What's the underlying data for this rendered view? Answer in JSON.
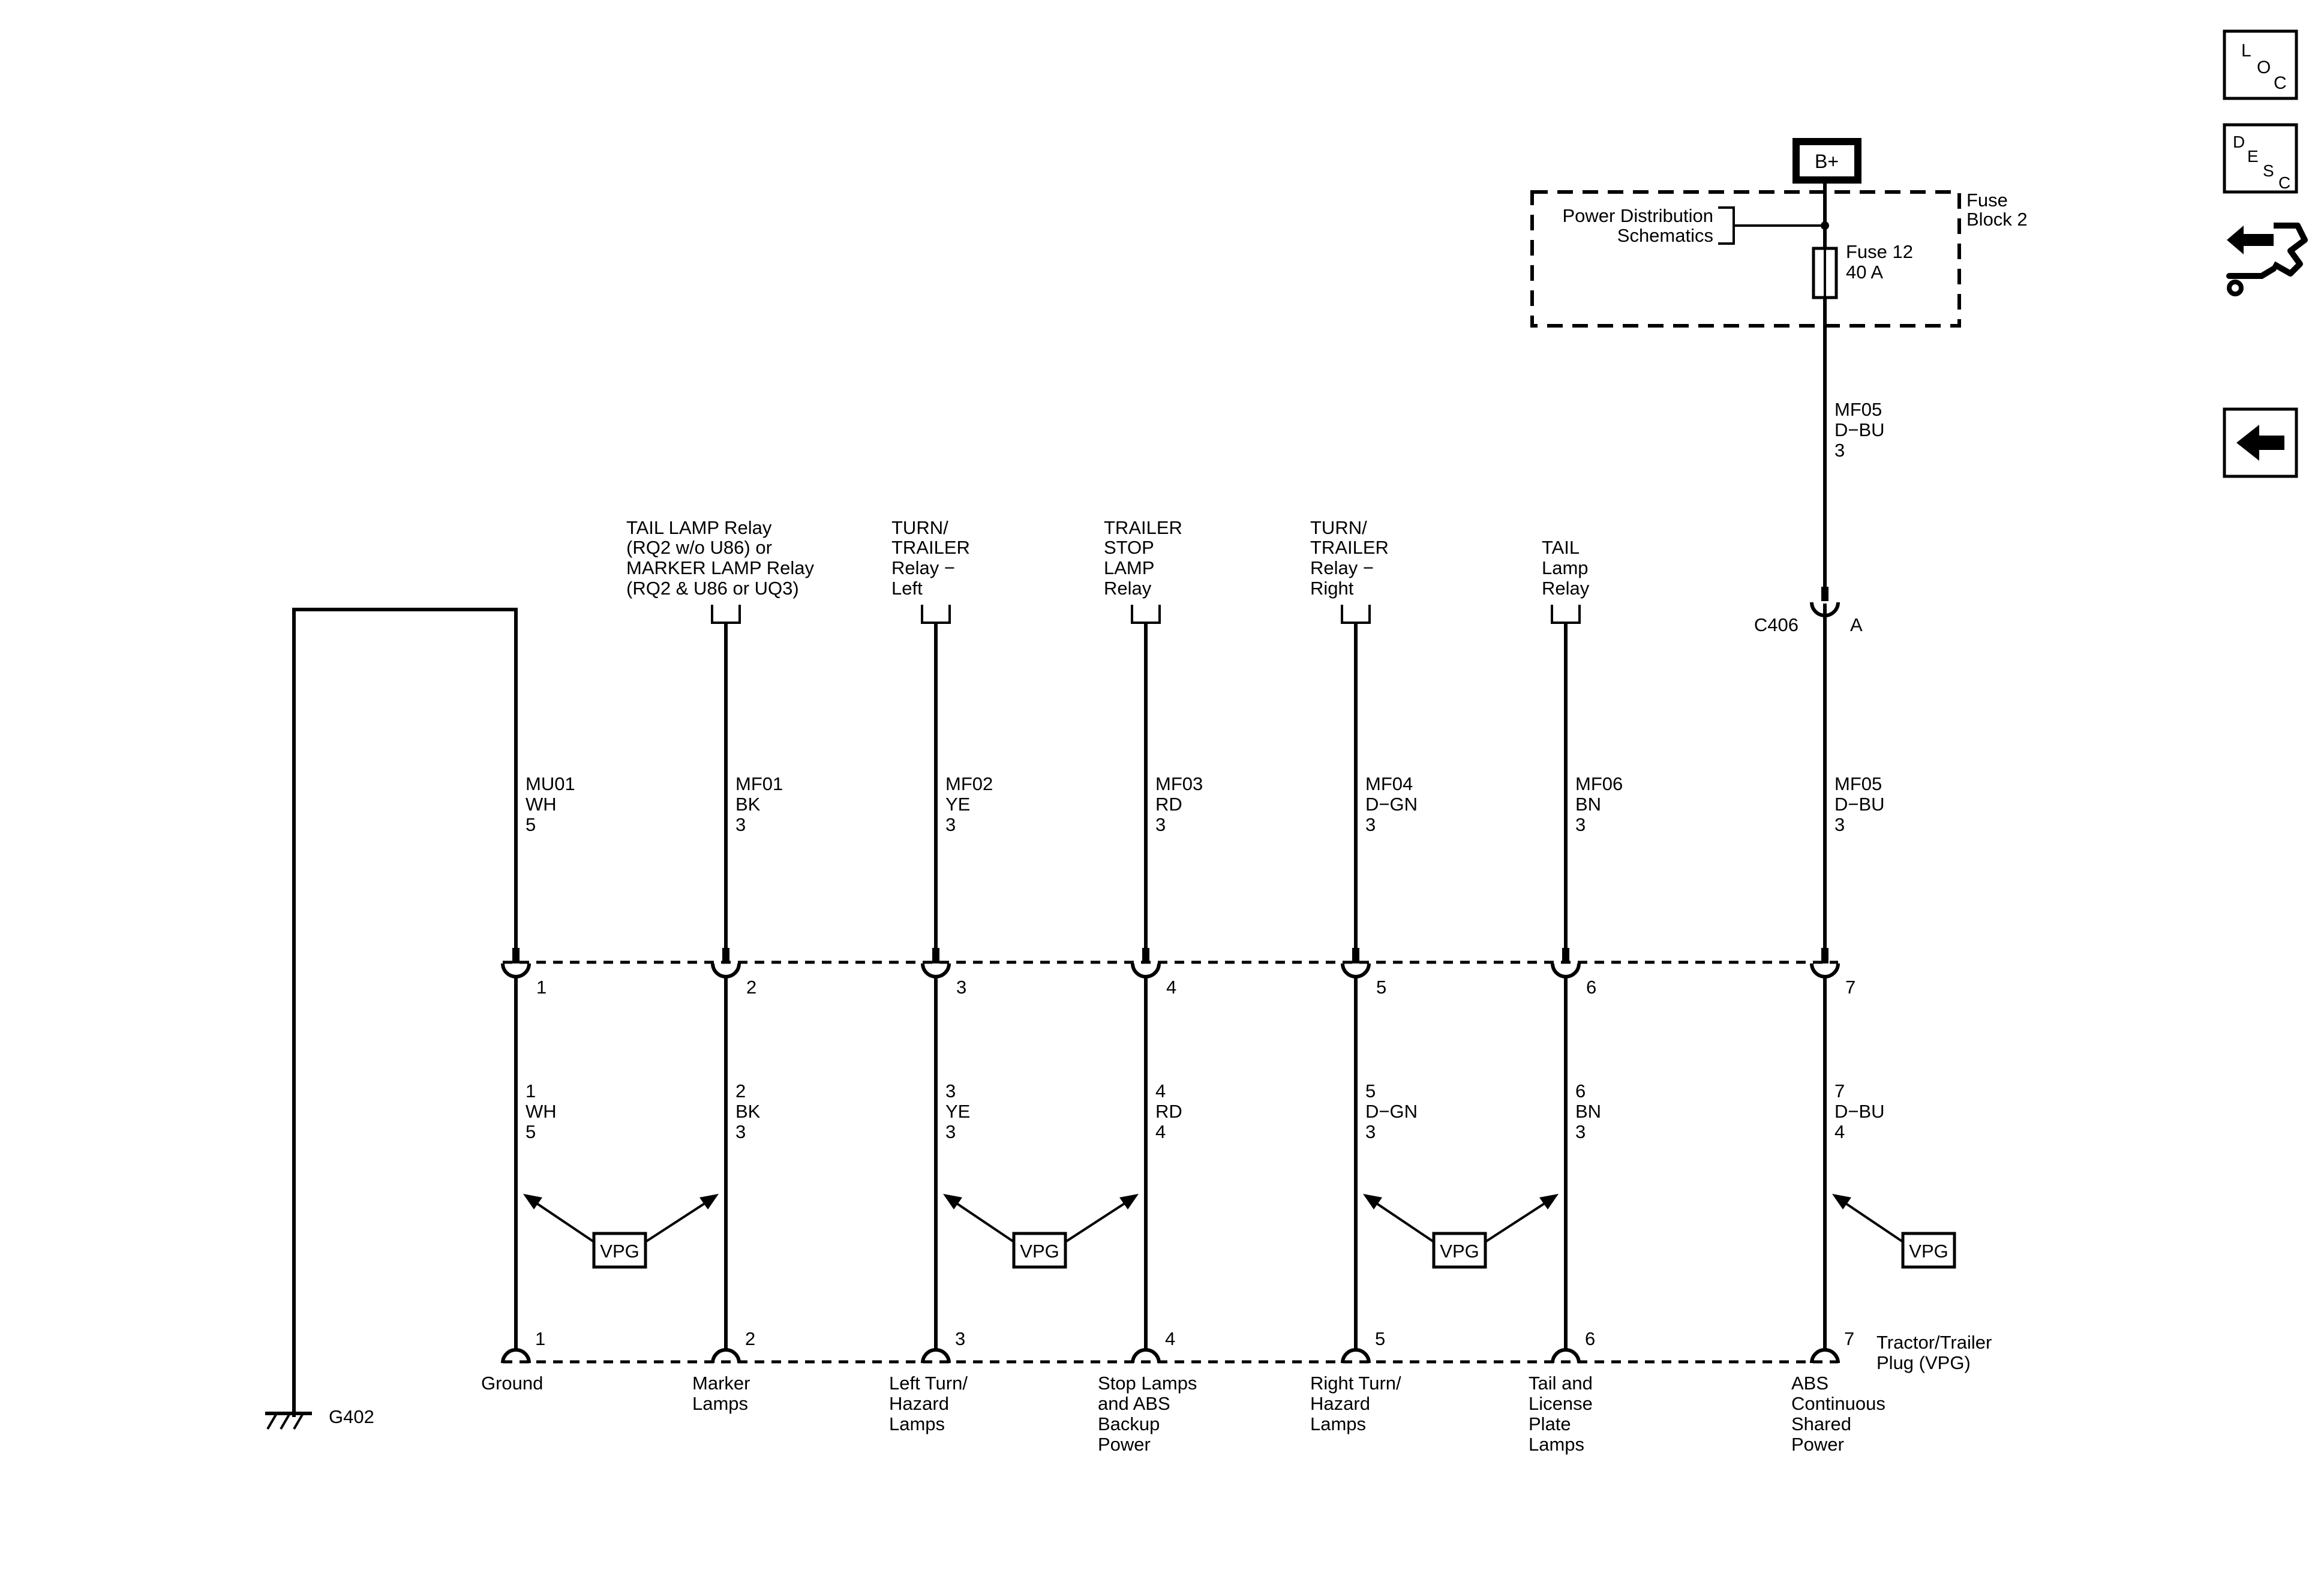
{
  "power": {
    "battery_label": "B+",
    "fuse_block_label": [
      "Fuse",
      "Block 2"
    ],
    "pds_label": [
      "Power Distribution",
      "Schematics"
    ],
    "fuse_label": [
      "Fuse 12",
      "40 A"
    ],
    "feed_circuit": [
      "MF05",
      "D−BU",
      "3"
    ]
  },
  "inline_connector": {
    "name": "C406",
    "pin": "A"
  },
  "ground": {
    "name": "G402"
  },
  "sources": [
    [
      "TAIL LAMP Relay",
      "(RQ2 w/o U86) or",
      "MARKER LAMP Relay",
      "(RQ2 & U86 or UQ3)"
    ],
    [
      "TURN/",
      "TRAILER",
      "Relay −",
      "Left"
    ],
    [
      "TRAILER",
      "STOP",
      "LAMP",
      "Relay"
    ],
    [
      "TURN/",
      "TRAILER",
      "Relay −",
      "Right"
    ],
    [
      "TAIL",
      "Lamp",
      "Relay"
    ]
  ],
  "harness_circuits": [
    [
      "MU01",
      "WH",
      "5"
    ],
    [
      "MF01",
      "BK",
      "3"
    ],
    [
      "MF02",
      "YE",
      "3"
    ],
    [
      "MF03",
      "RD",
      "3"
    ],
    [
      "MF04",
      "D−GN",
      "3"
    ],
    [
      "MF06",
      "BN",
      "3"
    ],
    [
      "MF05",
      "D−BU",
      "3"
    ]
  ],
  "connector_pins": [
    "1",
    "2",
    "3",
    "4",
    "5",
    "6",
    "7"
  ],
  "plug_circuits": [
    [
      "1",
      "WH",
      "5"
    ],
    [
      "2",
      "BK",
      "3"
    ],
    [
      "3",
      "YE",
      "3"
    ],
    [
      "4",
      "RD",
      "4"
    ],
    [
      "5",
      "D−GN",
      "3"
    ],
    [
      "6",
      "BN",
      "3"
    ],
    [
      "7",
      "D−BU",
      "4"
    ]
  ],
  "vpg_label": "VPG",
  "plug_pins": [
    "1",
    "2",
    "3",
    "4",
    "5",
    "6",
    "7"
  ],
  "plug_name": [
    "Tractor/Trailer",
    "Plug (VPG)"
  ],
  "functions": [
    [
      "Ground"
    ],
    [
      "Marker",
      "Lamps"
    ],
    [
      "Left Turn/",
      "Hazard",
      "Lamps"
    ],
    [
      "Stop Lamps",
      "and ABS",
      "Backup",
      "Power"
    ],
    [
      "Right Turn/",
      "Hazard",
      "Lamps"
    ],
    [
      "Tail and",
      "License",
      "Plate",
      "Lamps"
    ],
    [
      "ABS",
      "Continuous",
      "Shared",
      "Power"
    ]
  ],
  "nav": {
    "loc": [
      "L",
      "O",
      "C"
    ],
    "desc": [
      "D",
      "E",
      "S",
      "C"
    ],
    "connector_icon": "connector-end-view-icon",
    "back_icon": "back-arrow-icon"
  }
}
